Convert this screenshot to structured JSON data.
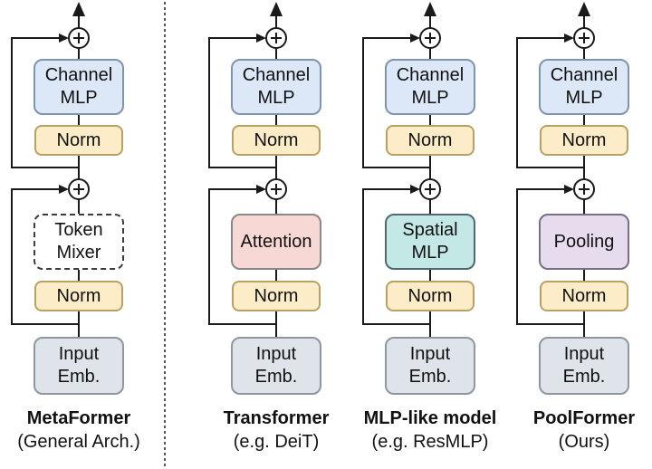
{
  "figure": {
    "background": "#ffffff",
    "line_color": "#1a1a1a",
    "divider_color": "#555555",
    "add_symbol": "+"
  },
  "columns": [
    {
      "title": "MetaFormer",
      "subtitle": "(General Arch.)",
      "channel_mlp": {
        "label": "Channel MLP",
        "fill": "#dce8f8",
        "border": "#7f94ad"
      },
      "norm_top": {
        "label": "Norm",
        "fill": "#fcedc8",
        "border": "#b7a164"
      },
      "mixer": {
        "label": "Token Mixer",
        "fill": "#ffffff",
        "border": "#3c3c3c",
        "border_style": "dashed"
      },
      "norm_bottom": {
        "label": "Norm",
        "fill": "#fcedc8",
        "border": "#b7a164"
      },
      "input_emb": {
        "label": "Input Emb.",
        "fill": "#dee4ea",
        "border": "#8e979e"
      }
    },
    {
      "title": "Transformer",
      "subtitle": "(e.g. DeiT)",
      "channel_mlp": {
        "label": "Channel MLP",
        "fill": "#dce8f8",
        "border": "#7f94ad"
      },
      "norm_top": {
        "label": "Norm",
        "fill": "#fcedc8",
        "border": "#b7a164"
      },
      "mixer": {
        "label": "Attention",
        "fill": "#f8d8d5",
        "border": "#888888",
        "border_style": "solid"
      },
      "norm_bottom": {
        "label": "Norm",
        "fill": "#fcedc8",
        "border": "#b7a164"
      },
      "input_emb": {
        "label": "Input Emb.",
        "fill": "#dee4ea",
        "border": "#8e979e"
      }
    },
    {
      "title": "MLP-like model",
      "subtitle": "(e.g. ResMLP)",
      "channel_mlp": {
        "label": "Channel MLP",
        "fill": "#dce8f8",
        "border": "#7f94ad"
      },
      "norm_top": {
        "label": "Norm",
        "fill": "#fcedc8",
        "border": "#b7a164"
      },
      "mixer": {
        "label": "Spatial MLP",
        "fill": "#c3e8e5",
        "border": "#50696e",
        "border_style": "solid"
      },
      "norm_bottom": {
        "label": "Norm",
        "fill": "#fcedc8",
        "border": "#b7a164"
      },
      "input_emb": {
        "label": "Input Emb.",
        "fill": "#dee4ea",
        "border": "#8e979e"
      }
    },
    {
      "title": "PoolFormer",
      "subtitle": "(Ours)",
      "channel_mlp": {
        "label": "Channel MLP",
        "fill": "#dce8f8",
        "border": "#7f94ad"
      },
      "norm_top": {
        "label": "Norm",
        "fill": "#fcedc8",
        "border": "#b7a164"
      },
      "mixer": {
        "label": "Pooling",
        "fill": "#e6dcee",
        "border": "#766f85",
        "border_style": "solid"
      },
      "norm_bottom": {
        "label": "Norm",
        "fill": "#fcedc8",
        "border": "#b7a164"
      },
      "input_emb": {
        "label": "Input Emb.",
        "fill": "#dee4ea",
        "border": "#8e979e"
      }
    }
  ]
}
